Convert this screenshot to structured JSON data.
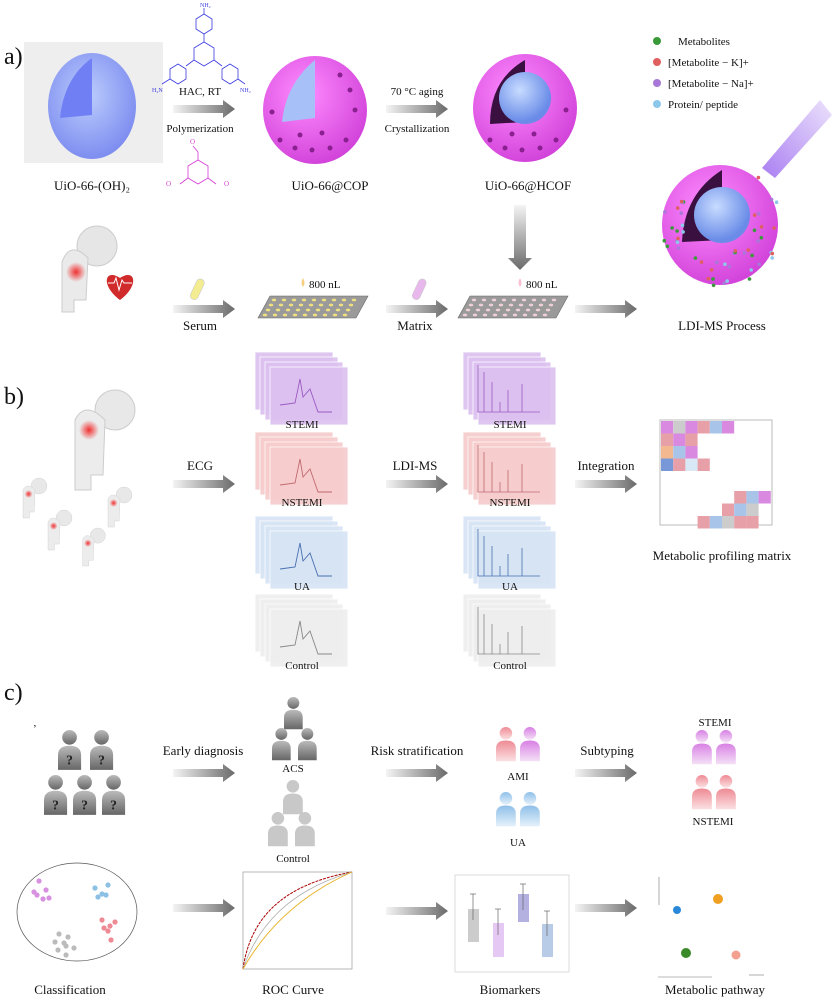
{
  "panels": {
    "a": "a)",
    "b": "b)",
    "c": "c)"
  },
  "panel_a": {
    "materials": [
      "UiO-66-(OH)₂",
      "UiO-66@COP",
      "UiO-66@HCOF"
    ],
    "step1_top": "HAC, RT",
    "step1_bottom": "Polymerization",
    "step2_top": "70 °C aging",
    "step2_bottom": "Crystallization",
    "chem_labels": {
      "nh2_a": "NH₂",
      "nh2_b": "NH₂",
      "h2n": "H₂N",
      "o1": "O",
      "o2": "O",
      "o3": "O"
    },
    "legend": [
      {
        "label": "Metabolites",
        "color": "#3a9a3a"
      },
      {
        "label": "[Metabolite − K]+",
        "color": "#e06060"
      },
      {
        "label": "[Metabolite − Na]+",
        "color": "#a878d8"
      },
      {
        "label": "Protein/ peptide",
        "color": "#8cc8ec"
      }
    ],
    "volume_1": "800 nL",
    "volume_2": "800 nL",
    "serum": "Serum",
    "matrix": "Matrix",
    "process": "LDI-MS Process"
  },
  "panel_b": {
    "ecg_arrow": "ECG",
    "ms_arrow": "LDI-MS",
    "integration_arrow": "Integration",
    "groups": [
      {
        "label": "STEMI",
        "color": "#dcc0f0",
        "line": "#9a5ac0"
      },
      {
        "label": "NSTEMI",
        "color": "#f6cccc",
        "line": "#c06a70"
      },
      {
        "label": "UA",
        "color": "#d6e4f4",
        "line": "#4a70b0"
      },
      {
        "label": "Control",
        "color": "#eeeeee",
        "line": "#888888"
      }
    ],
    "matrix_label": "Metabolic profiling matrix",
    "matrix_cells": [
      [
        "#d98ae0",
        "#cccccc",
        "#d98ae0",
        "#e8a0a8",
        "#a8c4e8",
        "#d98ae0",
        "",
        "",
        ""
      ],
      [
        "#e8a0a8",
        "#d98ae0",
        "#e8a0a8",
        "",
        "",
        "",
        "",
        "",
        ""
      ],
      [
        "#f4b890",
        "#a8c4e8",
        "#d98ae0",
        "",
        "",
        "",
        "",
        "",
        ""
      ],
      [
        "#7898d8",
        "#e8a0a8",
        "#d8e8f4",
        "#e8a0a8",
        "",
        "",
        "",
        "",
        ""
      ],
      [
        "",
        "",
        "",
        "",
        "",
        "",
        "#e8a0a8",
        "#a8c4e8",
        "#d98ae0"
      ],
      [
        "",
        "",
        "",
        "",
        "",
        "#e8a0a8",
        "#a8c4e8",
        "#cccccc",
        ""
      ],
      [
        "",
        "",
        "",
        "#e8a0a8",
        "#a8c4e8",
        "#cccccc",
        "#e8a0a8",
        "#e8a0a8",
        ""
      ]
    ]
  },
  "panel_c": {
    "tick_mark": "’",
    "question": "?",
    "early_diagnosis": "Early diagnosis",
    "acs": "ACS",
    "control": "Control",
    "risk_stratification": "Risk stratification",
    "ami": "AMI",
    "ua": "UA",
    "subtyping": "Subtyping",
    "stemi": "STEMI",
    "nstemi": "NSTEMI",
    "classification": "Classification",
    "roc": "ROC Curve",
    "biomarkers": "Biomarkers",
    "pathway": "Metabolic pathway",
    "pathway_nodes": [
      {
        "color": "#2a88d8"
      },
      {
        "color": "#f0a020"
      },
      {
        "color": "#3a8a2a"
      },
      {
        "color": "#f4a090"
      }
    ]
  }
}
